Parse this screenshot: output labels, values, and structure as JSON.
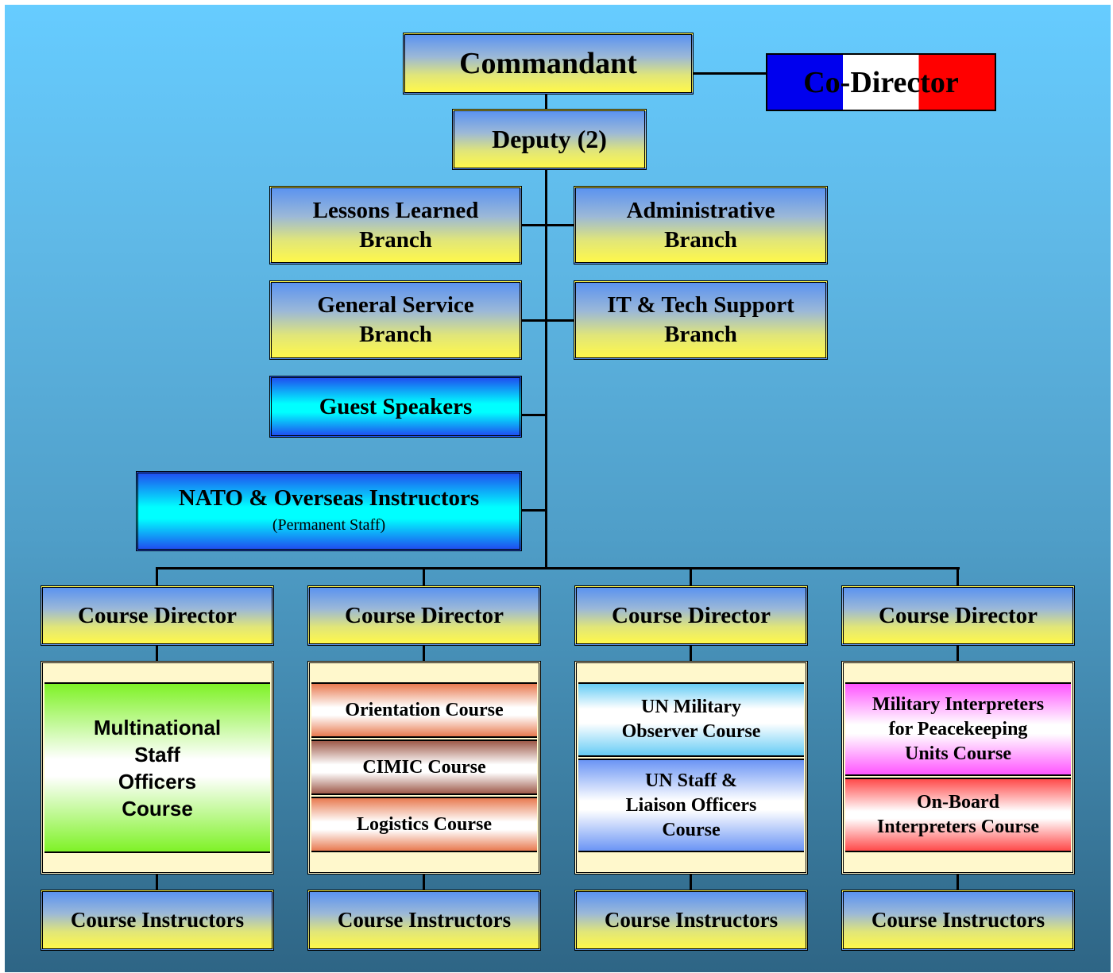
{
  "top": {
    "commandant": "Commandant",
    "co_director": "Co-Director",
    "deputy": "Deputy (2)"
  },
  "branches": {
    "lessons_learned": [
      "Lessons Learned",
      "Branch"
    ],
    "administrative": [
      "Administrative",
      "Branch"
    ],
    "general_service": [
      "General Service",
      "Branch"
    ],
    "it_tech_support": [
      "IT & Tech Support",
      "Branch"
    ],
    "guest_speakers": "Guest Speakers",
    "nato_instructors": "NATO & Overseas Instructors",
    "nato_instructors_sub": "(Permanent Staff)"
  },
  "columns": [
    {
      "director": "Course Director",
      "instructors": "Course Instructors",
      "courses": [
        {
          "lines": [
            "Multinational",
            "Staff",
            "Officers",
            "Course"
          ],
          "color": "#7ff227"
        }
      ]
    },
    {
      "director": "Course Director",
      "instructors": "Course Instructors",
      "courses": [
        {
          "lines": [
            "Orientation Course"
          ],
          "color": "#e87a50"
        },
        {
          "lines": [
            "CIMIC Course"
          ],
          "color": "#9e5a4a"
        },
        {
          "lines": [
            "Logistics Course"
          ],
          "color": "#c0704a"
        }
      ]
    },
    {
      "director": "Course Director",
      "instructors": "Course Instructors",
      "courses": [
        {
          "lines": [
            "UN Military",
            "Observer Course"
          ],
          "color": "#66ccf5"
        },
        {
          "lines": [
            "UN Staff &",
            "Liaison Officers",
            "Course"
          ],
          "color": "#6b95f5"
        }
      ]
    },
    {
      "director": "Course Director",
      "instructors": "Course Instructors",
      "courses": [
        {
          "lines": [
            "Military Interpreters",
            "for Peacekeeping",
            "Units Course"
          ],
          "color": "#ff55ff"
        },
        {
          "lines": [
            "On-Board",
            "Interpreters Course"
          ],
          "color": "#ff4a4a"
        }
      ]
    }
  ],
  "colors": {
    "background_top": "#66ccff",
    "background_bottom": "#2e6585",
    "box_yellow": "#fff84a",
    "box_cyan": "#00ffff",
    "flag_blue": "#0000ee",
    "flag_white": "#ffffff",
    "flag_red": "#ff0000"
  }
}
